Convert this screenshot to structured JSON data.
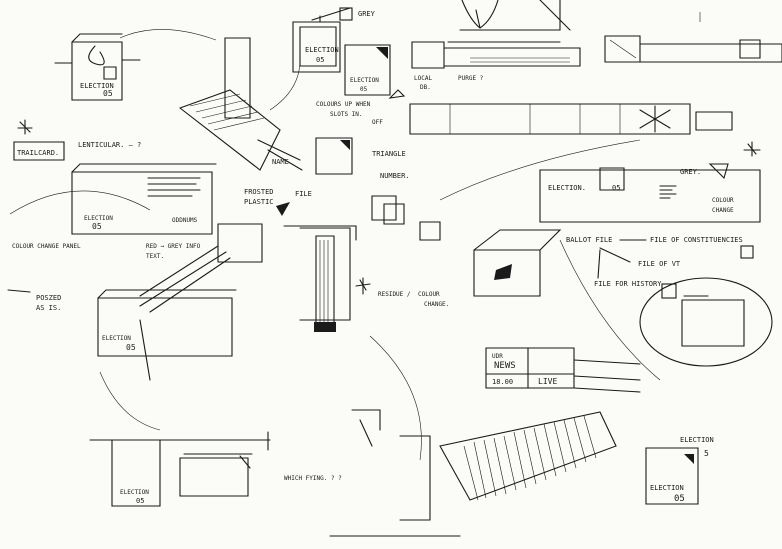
{
  "sheet": {
    "election_mark": "ELECTION",
    "election_num": "05",
    "election_tag": "ELECTION 05",
    "grey": "GREY",
    "grey_label": "GREY.",
    "election_label": "ELECTION.",
    "colours_up": "COLOURS UP WHEN",
    "slots_in": "SLOTS IN.",
    "local_db": "LOCAL",
    "db": "DB.",
    "purge": "PURGE ?",
    "off": "OFF",
    "trailcard": "TRAILCARD.",
    "lenticular": "LENTICULAR. — ?",
    "name": "NAME",
    "triangle": "TRIANGLE",
    "number": "NUMBER.",
    "file": "FILE",
    "frosted_1": "FROSTED",
    "frosted_2": "PLASTIC",
    "oddnums": "ODDNUMS",
    "colour_change_panel": "COLOUR CHANGE PANEL",
    "red_grey_1": "RED → GREY INFO",
    "red_grey_2": "TEXT.",
    "ballot_file": "BALLOT FILE",
    "file_constituencies": "FILE OF CONSTITUENCIES",
    "file_vt": "FILE OF VT",
    "file_history": "FILE FOR HISTORY",
    "colour_change_1": "COLOUR",
    "colour_change_2": "CHANGE",
    "residue_1": "RESIDUE / ",
    "residue_2": "COLOUR",
    "residue_3": "CHANGE.",
    "posed_1": "POSZED",
    "posed_2": "AS IS.",
    "news_top": "UDR",
    "news": "NEWS",
    "news_time": "18.00",
    "live": "LIVE",
    "wrong": "WHICH FYING. ? ?",
    "election_5": "ELECTION",
    "five": "5",
    "bottom_election": "ELECTION",
    "bottom_num": "05"
  }
}
